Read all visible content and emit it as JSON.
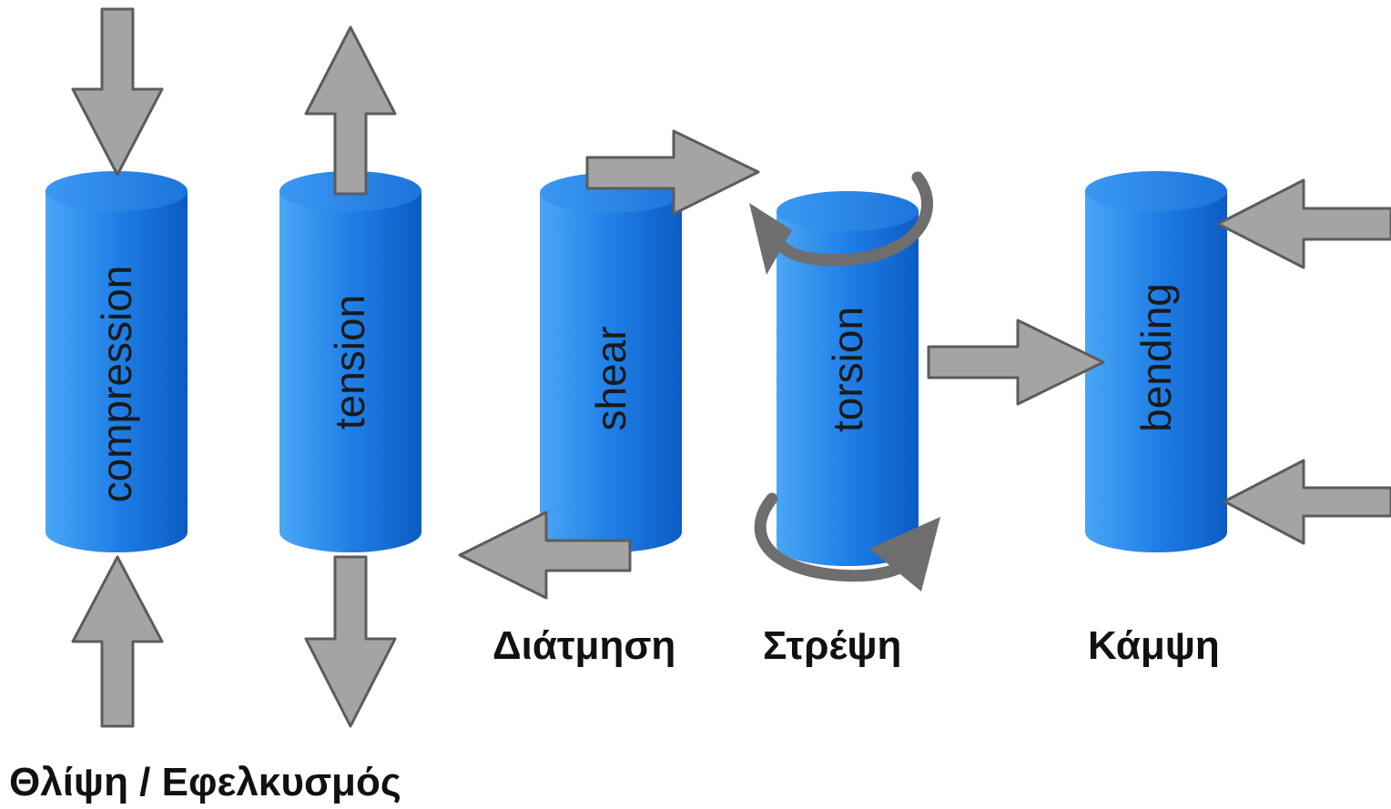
{
  "cylinders": {
    "compression": "compression",
    "tension": "tension",
    "shear": "shear",
    "torsion": "torsion",
    "bending": "bending"
  },
  "captions": {
    "compression_tension": "Θλίψη / Εφελκυσμός",
    "shear": "Διάτμηση",
    "torsion": "Στρέψη",
    "bending": "Κάμψη"
  },
  "colors": {
    "cylinder_light": "#4aa6f5",
    "cylinder_mid": "#1f7fe6",
    "cylinder_dark": "#0b5cc4",
    "cylinder_top": "#2f8ef0",
    "arrow_fill": "#a4a4a4",
    "arrow_stroke": "#5c5c5c",
    "torsion_arrow": "#6e6e6e"
  }
}
